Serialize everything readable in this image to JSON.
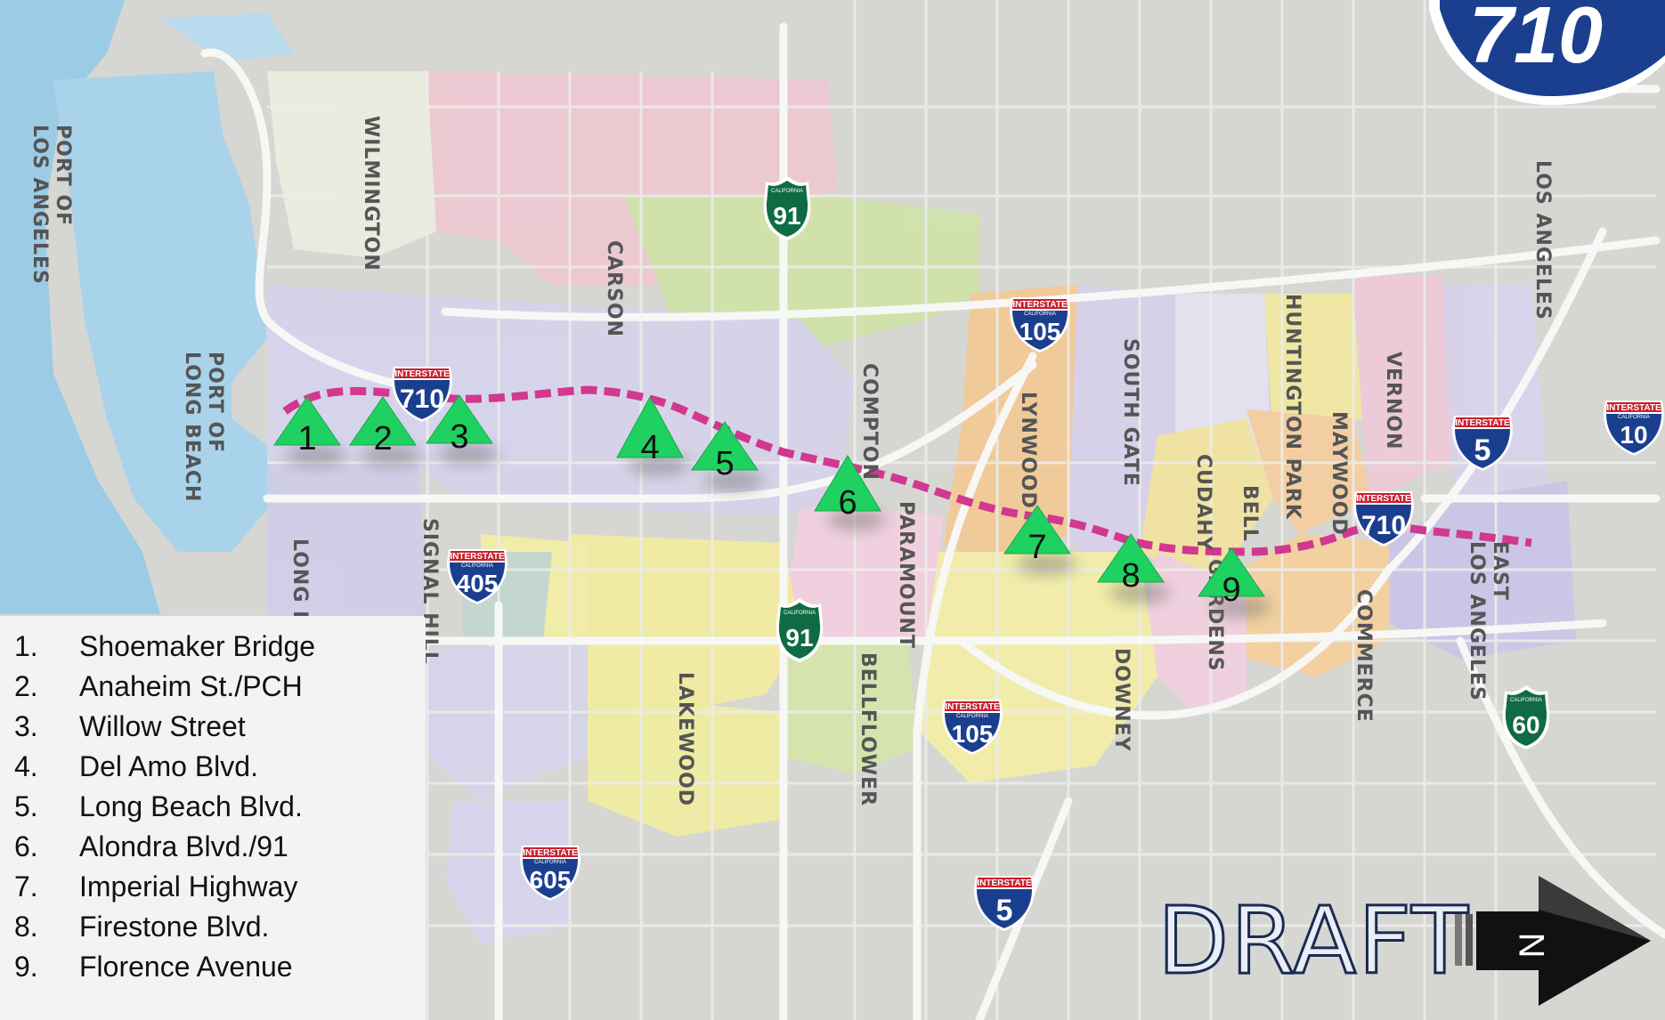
{
  "title_shield": {
    "number": "710"
  },
  "legend": [
    {
      "num": "1.",
      "name": "Shoemaker Bridge"
    },
    {
      "num": "2.",
      "name": "Anaheim St./PCH"
    },
    {
      "num": "3.",
      "name": "Willow Street"
    },
    {
      "num": "4.",
      "name": "Del Amo Blvd."
    },
    {
      "num": "5.",
      "name": "Long Beach Blvd."
    },
    {
      "num": "6.",
      "name": "Alondra Blvd./91"
    },
    {
      "num": "7.",
      "name": "Imperial Highway"
    },
    {
      "num": "8.",
      "name": "Firestone Blvd."
    },
    {
      "num": "9.",
      "name": "Florence Avenue"
    }
  ],
  "markers": [
    "1",
    "2",
    "3",
    "4",
    "5",
    "6",
    "7",
    "8",
    "9"
  ],
  "places": {
    "port_la_1": "PORT OF",
    "port_la_2": "LOS ANGELES",
    "wilmington": "WILMINGTON",
    "port_lb_1": "PORT OF",
    "port_lb_2": "LONG BEACH",
    "carson": "CARSON",
    "compton": "COMPTON",
    "lynwood": "LYNWOOD",
    "south_gate": "SOUTH GATE",
    "huntington_park": "HUNTINGTON PARK",
    "vernon": "VERNON",
    "los_angeles": "LOS ANGELES",
    "maywood": "MAYWOOD",
    "cudahy": "CUDAHY",
    "bell": "BELL",
    "paramount": "PARAMOUNT",
    "long_beach": "LONG BEA",
    "signal_hill": "SIGNAL HILL",
    "lakewood": "LAKEWOOD",
    "bellflower": "BELLFLOWER",
    "downey": "DOWNEY",
    "bell_gardens": "GARDENS",
    "commerce": "COMMERCE",
    "east_la_1": "EAST",
    "east_la_2": "LOS ANGELES"
  },
  "shields": {
    "interstate_label": "INTERSTATE",
    "california_label": "CALIFORNIA",
    "i710": "710",
    "i105": "105",
    "i405": "405",
    "i605": "605",
    "i5": "5",
    "i10": "10",
    "sr91": "91",
    "sr60": "60"
  },
  "draft_text": "DRAFT",
  "north_label": "N",
  "colors": {
    "route": "#d2388f",
    "marker": "#1fd160",
    "water": "#9ccbe6",
    "interstate_blue": "#1b3f8f",
    "interstate_red": "#c8202e",
    "state_green": "#0f6b43"
  }
}
